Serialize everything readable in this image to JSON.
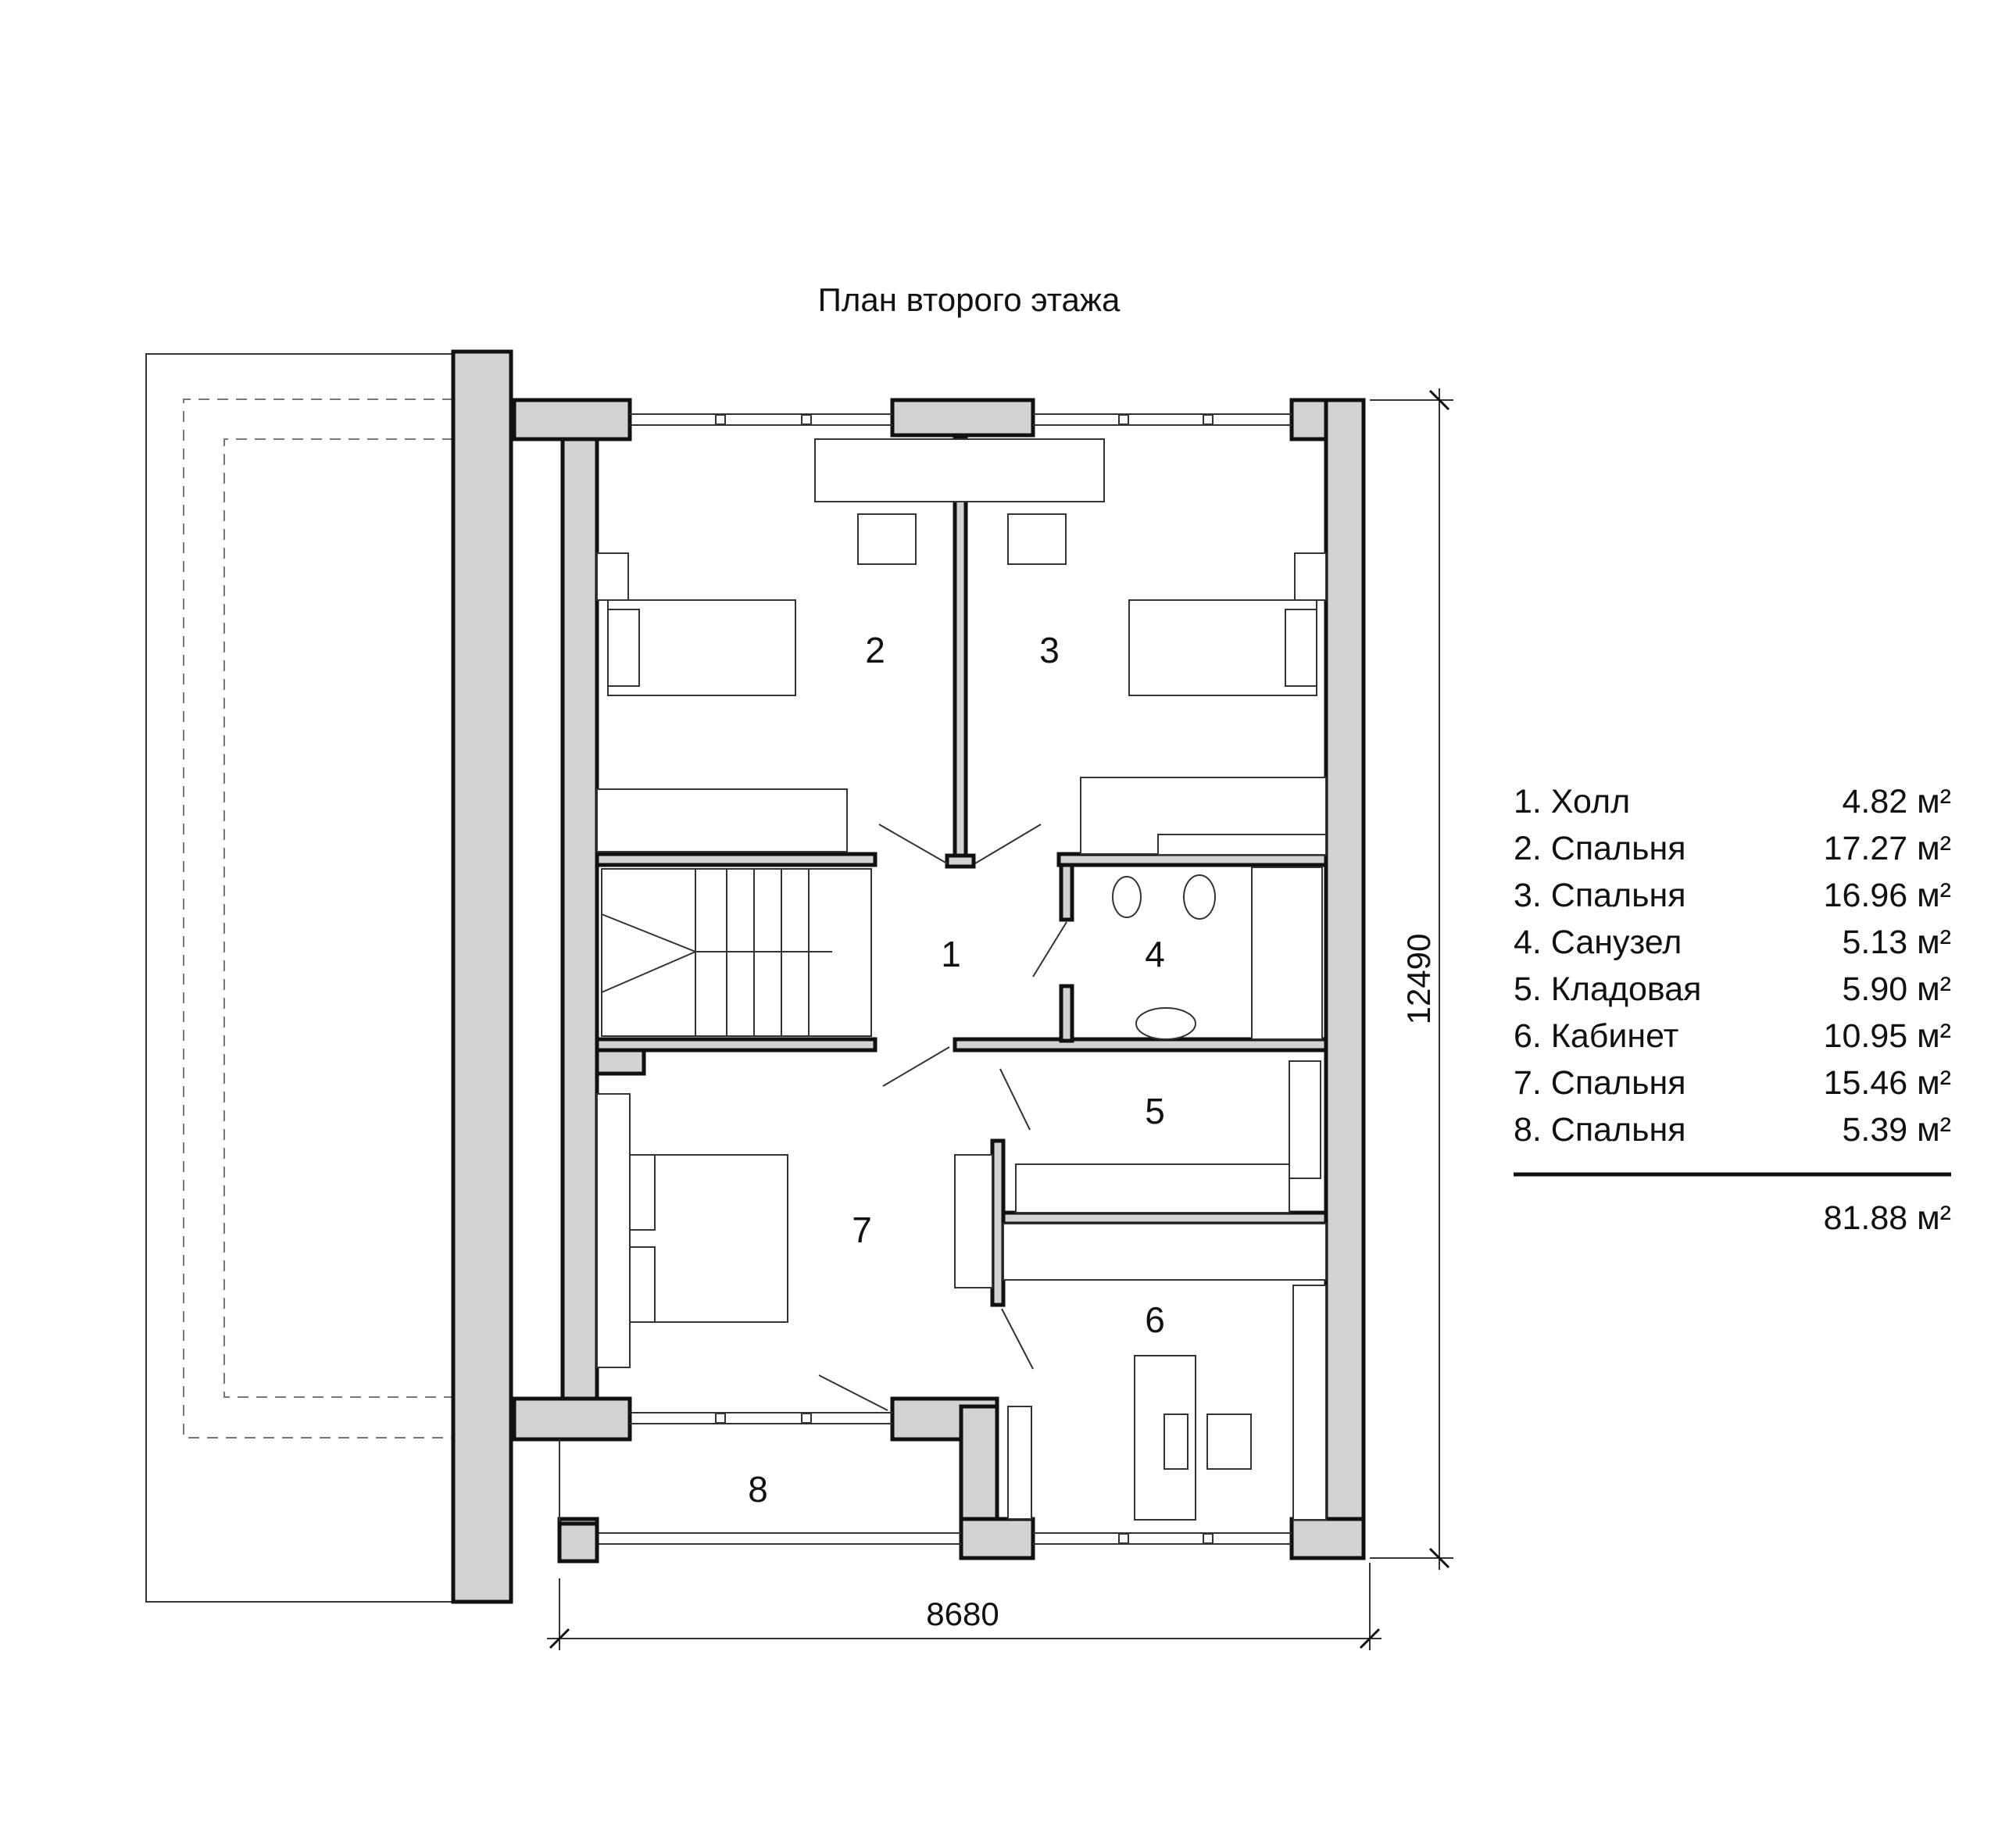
{
  "title": "План второго этажа",
  "dimensions": {
    "width": "8680",
    "height": "12490"
  },
  "rooms": [
    {
      "num": "1",
      "name": "1. Холл",
      "area": "4.82 м²"
    },
    {
      "num": "2",
      "name": "2. Спальня",
      "area": "17.27 м²"
    },
    {
      "num": "3",
      "name": "3. Спальня",
      "area": "16.96 м²"
    },
    {
      "num": "4",
      "name": "4. Санузел",
      "area": "5.13 м²"
    },
    {
      "num": "5",
      "name": "5. Кладовая",
      "area": "5.90 м²"
    },
    {
      "num": "6",
      "name": "6. Кабинет",
      "area": "10.95 м²"
    },
    {
      "num": "7",
      "name": "7. Спальня",
      "area": "15.46 м²"
    },
    {
      "num": "8",
      "name": "8. Спальня",
      "area": "5.39 м²"
    }
  ],
  "total_area": "81.88 м²",
  "colors": {
    "wall_fill": "#d2d3d4",
    "line": "#111111"
  }
}
